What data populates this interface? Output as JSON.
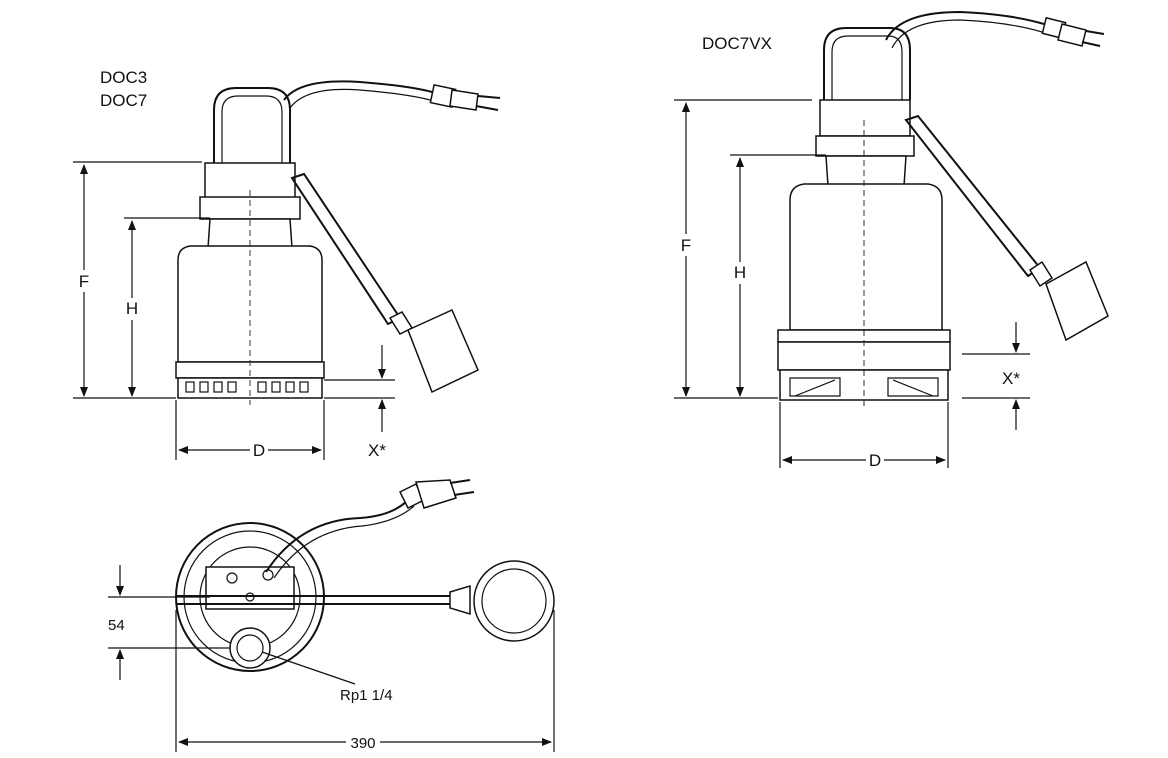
{
  "models": {
    "left_line1": "DOC3",
    "left_line2": "DOC7",
    "right": "DOC7VX"
  },
  "dimensions": {
    "F": "F",
    "H": "H",
    "D": "D",
    "X": "X*",
    "width_390": "390",
    "offset_54": "54",
    "thread": "Rp1 1/4"
  }
}
